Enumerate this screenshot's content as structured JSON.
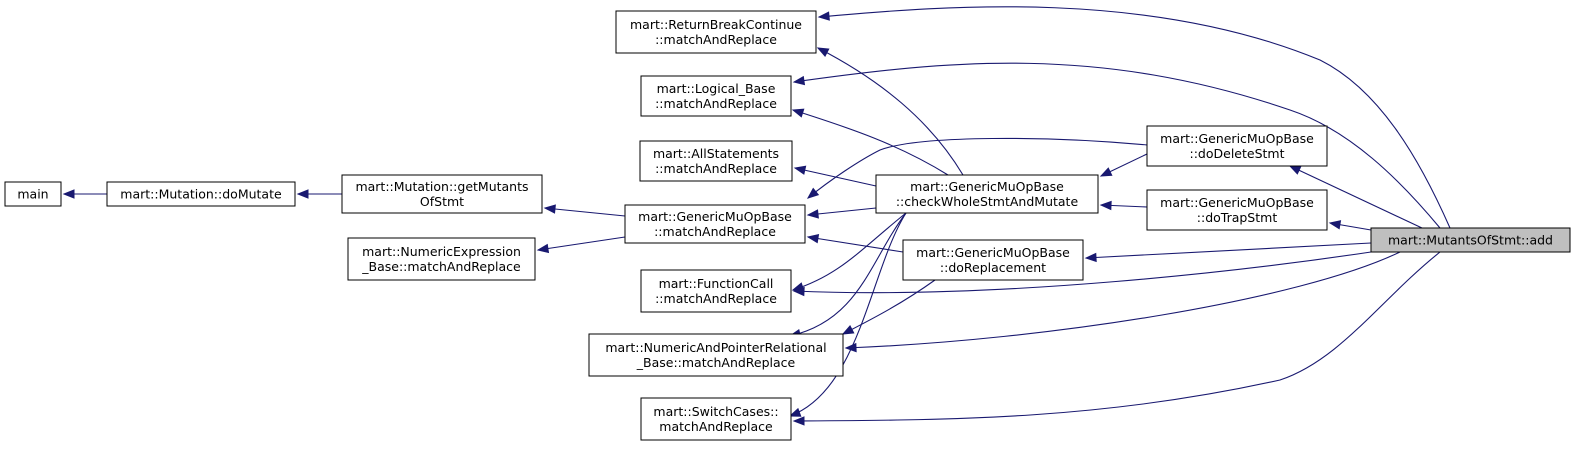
{
  "diagram": {
    "nodes": [
      {
        "id": "main",
        "lines": [
          "main"
        ],
        "highlight": false
      },
      {
        "id": "doMutate",
        "lines": [
          "mart::Mutation::doMutate"
        ],
        "highlight": false
      },
      {
        "id": "getMutants",
        "lines": [
          "mart::Mutation::getMutants",
          "OfStmt"
        ],
        "highlight": false
      },
      {
        "id": "numExpr",
        "lines": [
          "mart::NumericExpression",
          "_Base::matchAndReplace"
        ],
        "highlight": false
      },
      {
        "id": "gmoMatch",
        "lines": [
          "mart::GenericMuOpBase",
          "::matchAndReplace"
        ],
        "highlight": false
      },
      {
        "id": "retBreak",
        "lines": [
          "mart::ReturnBreakContinue",
          "::matchAndReplace"
        ],
        "highlight": false
      },
      {
        "id": "logical",
        "lines": [
          "mart::Logical_Base",
          "::matchAndReplace"
        ],
        "highlight": false
      },
      {
        "id": "allStmts",
        "lines": [
          "mart::AllStatements",
          "::matchAndReplace"
        ],
        "highlight": false
      },
      {
        "id": "funcCall",
        "lines": [
          "mart::FunctionCall",
          "::matchAndReplace"
        ],
        "highlight": false
      },
      {
        "id": "numPtr",
        "lines": [
          "mart::NumericAndPointerRelational",
          "_Base::matchAndReplace"
        ],
        "highlight": false
      },
      {
        "id": "switchCases",
        "lines": [
          "mart::SwitchCases::",
          "matchAndReplace"
        ],
        "highlight": false
      },
      {
        "id": "checkWhole",
        "lines": [
          "mart::GenericMuOpBase",
          "::checkWholeStmtAndMutate"
        ],
        "highlight": false
      },
      {
        "id": "doReplacement",
        "lines": [
          "mart::GenericMuOpBase",
          "::doReplacement"
        ],
        "highlight": false
      },
      {
        "id": "doDelete",
        "lines": [
          "mart::GenericMuOpBase",
          "::doDeleteStmt"
        ],
        "highlight": false
      },
      {
        "id": "doTrap",
        "lines": [
          "mart::GenericMuOpBase",
          "::doTrapStmt"
        ],
        "highlight": false
      },
      {
        "id": "add",
        "lines": [
          "mart::MutantsOfStmt::add"
        ],
        "highlight": true
      }
    ],
    "edges": [
      {
        "from": "doMutate",
        "to": "main"
      },
      {
        "from": "getMutants",
        "to": "doMutate"
      },
      {
        "from": "gmoMatch",
        "to": "getMutants"
      },
      {
        "from": "gmoMatch",
        "to": "numExpr"
      },
      {
        "from": "checkWhole",
        "to": "retBreak"
      },
      {
        "from": "checkWhole",
        "to": "logical"
      },
      {
        "from": "checkWhole",
        "to": "allStmts"
      },
      {
        "from": "checkWhole",
        "to": "gmoMatch"
      },
      {
        "from": "checkWhole",
        "to": "funcCall"
      },
      {
        "from": "checkWhole",
        "to": "numPtr"
      },
      {
        "from": "checkWhole",
        "to": "switchCases"
      },
      {
        "from": "doDelete",
        "to": "checkWhole"
      },
      {
        "from": "doDelete",
        "to": "gmoMatch"
      },
      {
        "from": "doTrap",
        "to": "checkWhole"
      },
      {
        "from": "doReplacement",
        "to": "gmoMatch"
      },
      {
        "from": "doReplacement",
        "to": "numPtr"
      },
      {
        "from": "add",
        "to": "retBreak"
      },
      {
        "from": "add",
        "to": "logical"
      },
      {
        "from": "add",
        "to": "doDelete"
      },
      {
        "from": "add",
        "to": "doTrap"
      },
      {
        "from": "add",
        "to": "doReplacement"
      },
      {
        "from": "add",
        "to": "funcCall"
      },
      {
        "from": "add",
        "to": "numPtr"
      },
      {
        "from": "add",
        "to": "switchCases"
      }
    ]
  }
}
